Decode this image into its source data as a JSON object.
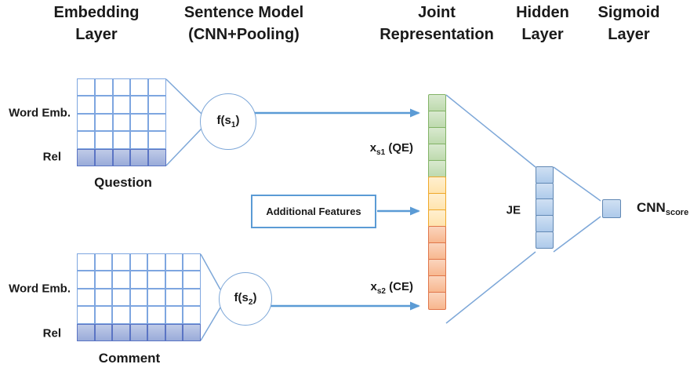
{
  "colors": {
    "line": "#7da7d8",
    "arrow": "#5b9bd5",
    "grid-border": "#7ea6e0",
    "rel-fill": "#99abd9",
    "rel-border": "#5a74c4",
    "green-fill": "#b9d7a8",
    "green-border": "#82b366",
    "yellow-fill": "#ffe2a8",
    "yellow-border": "#efa829",
    "orange-fill": "#f7b287",
    "orange-border": "#e0764a",
    "blue-fill": "#a9c7e9",
    "blue-border": "#6188b4",
    "box-border": "#5b9bd5",
    "text": "#1a1a1a"
  },
  "headers": {
    "embedding": {
      "line1": "Embedding",
      "line2": "Layer"
    },
    "sentence_model": {
      "line1": "Sentence Model",
      "line2": "(CNN+Pooling)"
    },
    "joint": {
      "line1": "Joint",
      "line2": "Representation"
    },
    "hidden": {
      "line1": "Hidden",
      "line2": "Layer"
    },
    "sigmoid": {
      "line1": "Sigmoid",
      "line2": "Layer"
    }
  },
  "question": {
    "title": "Question",
    "word_label": "Word Emb.",
    "rel_label": "Rel",
    "rows": 5,
    "cols": 5
  },
  "comment": {
    "title": "Comment",
    "word_label": "Word Emb.",
    "rel_label": "Rel",
    "rows": 5,
    "cols": 7
  },
  "sentence_model": {
    "f1": {
      "pre": "f(s",
      "sub": "1",
      "post": ")"
    },
    "f2": {
      "pre": "f(s",
      "sub": "2",
      "post": ")"
    }
  },
  "joint": {
    "segments": [
      {
        "name": "question-embedding",
        "color": "green",
        "cells": 5
      },
      {
        "name": "additional-features",
        "color": "yellow",
        "cells": 3
      },
      {
        "name": "comment-embedding",
        "color": "orange",
        "cells": 5
      }
    ],
    "xs1": {
      "base": "x",
      "sub": "s1",
      "rest": " (QE)"
    },
    "xs2": {
      "base": "x",
      "sub": "s2",
      "rest": " (CE)"
    },
    "additional_features": "Additional Features"
  },
  "hidden": {
    "label": "JE",
    "cells": 5
  },
  "sigmoid": {
    "label": {
      "base": "CNN",
      "sub": "score"
    }
  }
}
